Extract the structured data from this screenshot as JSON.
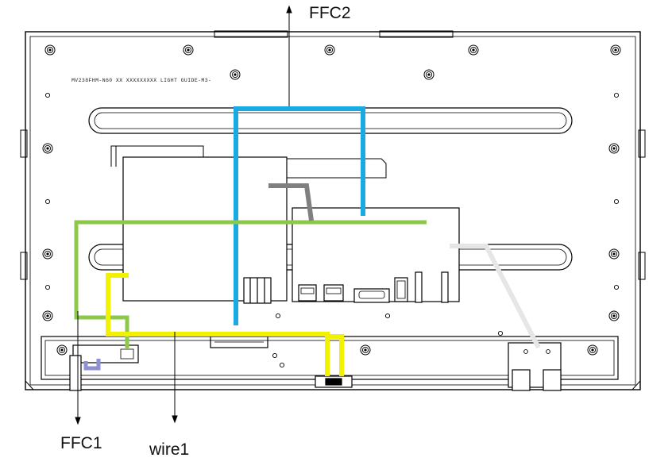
{
  "labels": {
    "ffc2": "FFC2",
    "ffc1": "FFC1",
    "wire1": "wire1",
    "panel_model": "MV238FHM-N60 XX XXXXXXXXX LIGHT GUIDE-M3-"
  },
  "cables": {
    "ffc2": {
      "color": "#1aa9e0"
    },
    "lvds": {
      "color": "#8dc84b"
    },
    "wire1": {
      "color": "#f2f200"
    },
    "gray": {
      "color": "#808080"
    },
    "white": {
      "color": "#e6e6e6"
    },
    "ffc1_tab": {
      "color": "#8f8fd6"
    }
  },
  "colors": {
    "outline": "#000000",
    "background": "#ffffff"
  }
}
